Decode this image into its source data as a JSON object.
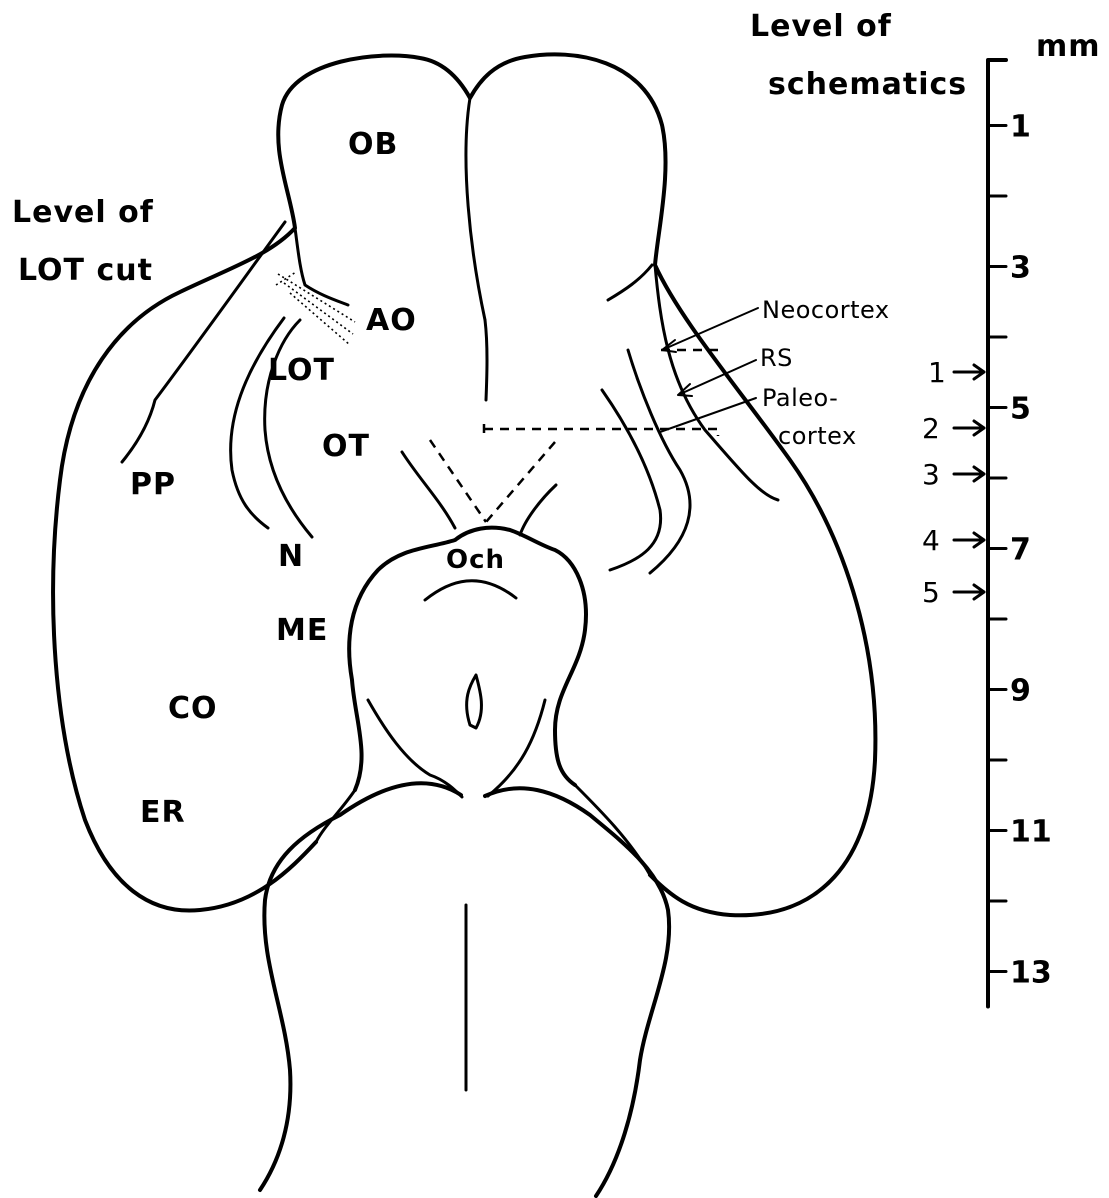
{
  "labels": {
    "OB": "OB",
    "AO": "AO",
    "LOT": "LOT",
    "OT": "OT",
    "PP": "PP",
    "N": "N",
    "Och": "Och",
    "ME": "ME",
    "CO": "CO",
    "ER": "ER"
  },
  "left_title": {
    "line1": "Level of",
    "line2": "LOT cut"
  },
  "right_title": {
    "line1": "Level of",
    "line2": "schematics"
  },
  "callouts": {
    "neocortex": "Neocortex",
    "rs": "RS",
    "paleo1": "Paleo-",
    "paleo2": "cortex"
  },
  "scale": {
    "unit": "mm",
    "ticks": [
      "1",
      "3",
      "5",
      "7",
      "9",
      "11",
      "13"
    ]
  },
  "schematic_levels": [
    "1",
    "2",
    "3",
    "4",
    "5"
  ]
}
